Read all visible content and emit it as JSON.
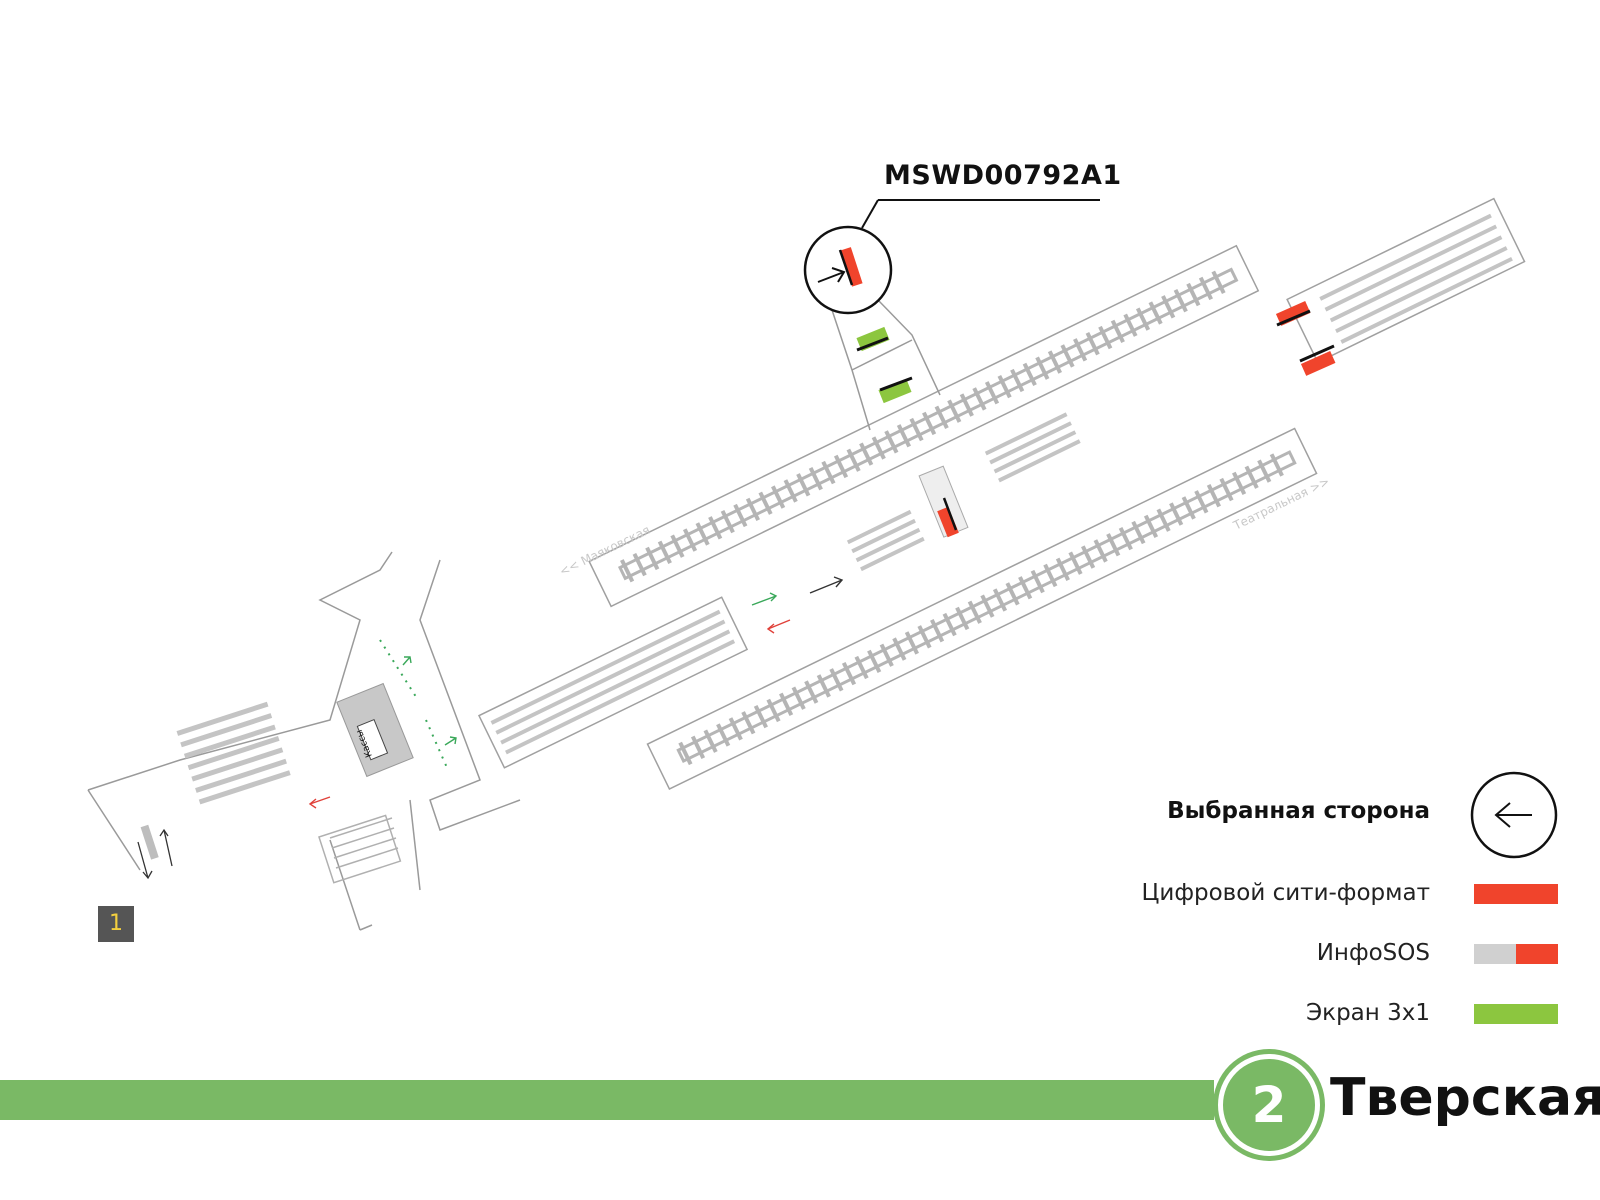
{
  "location_code": "MSWD00792A1",
  "legend": {
    "selected_side": "Выбранная сторона",
    "items": [
      {
        "label": "Цифровой сити-формат",
        "color": "#f0442c",
        "kind": "solid"
      },
      {
        "label": "ИнфоSOS",
        "color": "#f0442c",
        "secondary_color": "#d0d0d0",
        "kind": "split"
      },
      {
        "label": "Экран 3х1",
        "color": "#8cc63f",
        "kind": "solid"
      }
    ]
  },
  "map_labels": {
    "left_direction": "<< Маяковская",
    "right_direction": "Театральная >>",
    "ticket_office": "Кассы",
    "exit_number": "1"
  },
  "line": {
    "number": "2",
    "station_name": "Тверская",
    "color": "#7ab965"
  },
  "colors": {
    "outline": "#9a9a9a",
    "track": "#b5b5b5",
    "green_arrow": "#3aa85a",
    "red_arrow": "#e0413a",
    "green_screen": "#8cc63f",
    "red_screen": "#f0442c"
  }
}
